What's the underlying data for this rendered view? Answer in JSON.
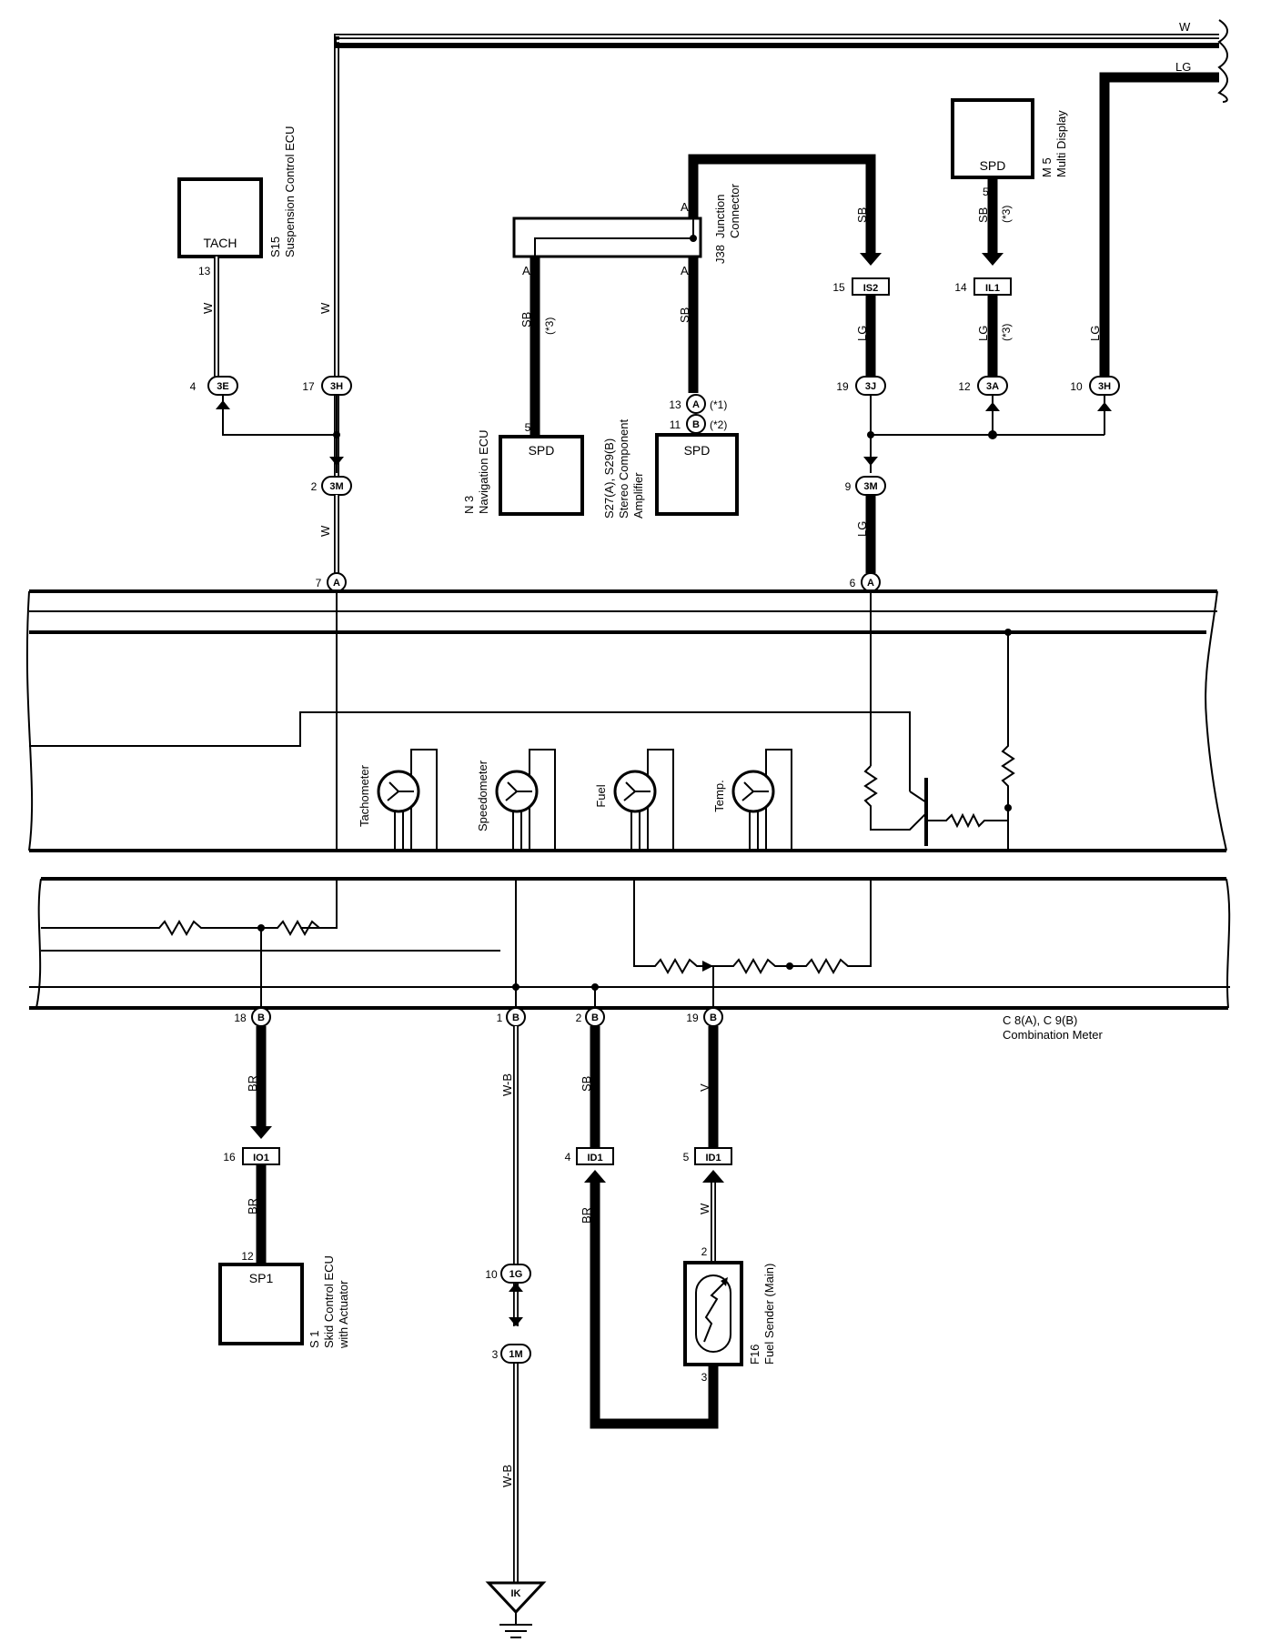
{
  "wires": {
    "w": "W",
    "lg": "LG",
    "sb": "SB",
    "br": "BR",
    "v": "V",
    "wb": "W-B",
    "note3": "(*3)"
  },
  "components": {
    "s15": {
      "ref": "S15",
      "name": "Suspension Control ECU",
      "terminal": "TACH",
      "pin": "13"
    },
    "m5": {
      "ref": "M 5",
      "name": "Multi Display",
      "terminal": "SPD",
      "pin": "5"
    },
    "j38": {
      "ref": "J38",
      "name1": "Junction",
      "name2": "Connector",
      "pin_a": "A"
    },
    "n3": {
      "ref": "N 3",
      "name": "Navigation ECU",
      "terminal": "SPD",
      "pin": "5"
    },
    "s27": {
      "ref": "S27(A), S29(B)",
      "name1": "Stereo Component",
      "name2": "Amplifier",
      "terminal": "SPD"
    },
    "c8": {
      "ref": "C 8(A), C 9(B)",
      "name": "Combination Meter"
    },
    "s1": {
      "ref": "S 1",
      "name1": "Skid Control ECU",
      "name2": "with Actuator",
      "terminal": "SP1",
      "pin": "12"
    },
    "f16": {
      "ref": "F16",
      "name": "Fuel Sender (Main)",
      "pin_top": "2",
      "pin_bottom": "3"
    },
    "ground": {
      "label": "IK"
    }
  },
  "gauges": [
    "Tachometer",
    "Speedometer",
    "Fuel",
    "Temp."
  ],
  "connectors": {
    "c3e": {
      "pin": "4",
      "id": "3E"
    },
    "c3h1": {
      "pin": "17",
      "id": "3H"
    },
    "c3m1": {
      "pin": "2",
      "id": "3M"
    },
    "ca7": {
      "pin": "7",
      "id": "A"
    },
    "c3j": {
      "pin": "19",
      "id": "3J"
    },
    "c3a": {
      "pin": "12",
      "id": "3A"
    },
    "c3h2": {
      "pin": "10",
      "id": "3H"
    },
    "c3m2": {
      "pin": "9",
      "id": "3M"
    },
    "ca6": {
      "pin": "6",
      "id": "A"
    },
    "ca13": {
      "pin": "13",
      "id": "A",
      "note": "(*1)"
    },
    "cb11": {
      "pin": "11",
      "id": "B",
      "note": "(*2)"
    },
    "cb18": {
      "pin": "18",
      "id": "B"
    },
    "cb1": {
      "pin": "1",
      "id": "B"
    },
    "cb2": {
      "pin": "2",
      "id": "B"
    },
    "cb19": {
      "pin": "19",
      "id": "B"
    },
    "c1g": {
      "pin": "10",
      "id": "1G"
    },
    "c1m": {
      "pin": "3",
      "id": "1M"
    }
  },
  "junctions": {
    "is2": {
      "pin": "15",
      "id": "IS2"
    },
    "il1": {
      "pin": "14",
      "id": "IL1"
    },
    "io1": {
      "pin": "16",
      "id": "IO1"
    },
    "id1a": {
      "pin": "4",
      "id": "ID1"
    },
    "id1b": {
      "pin": "5",
      "id": "ID1"
    }
  }
}
